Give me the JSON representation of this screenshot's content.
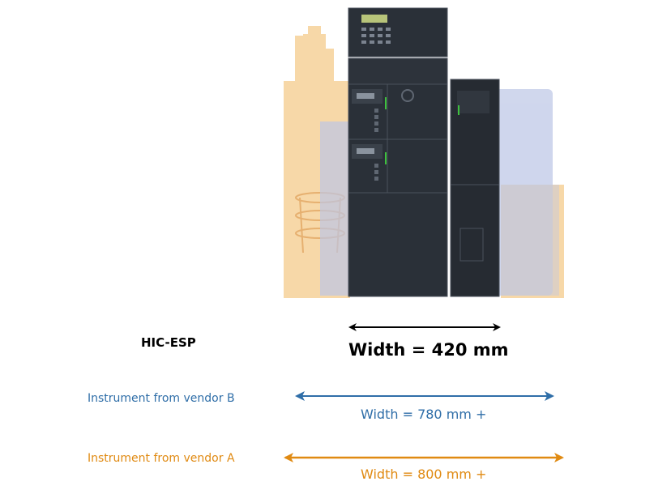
{
  "rows": [
    {
      "label": "HIC-ESP",
      "width_text": "Width = 420 mm",
      "width_mm": 420,
      "color": "#000000"
    },
    {
      "label": "Instrument from vendor B",
      "width_text": "Width = 780 mm +",
      "width_mm": 780,
      "color": "#2f6ea8"
    },
    {
      "label": "Instrument from vendor A",
      "width_text": "Width = 800 mm +",
      "width_mm": 800,
      "color": "#e08a12"
    }
  ],
  "colors": {
    "vendor_a_silhouette": "#f7d8a8",
    "vendor_b_silhouette": "#bcc6e6",
    "hic_instrument": "#2a3038"
  }
}
